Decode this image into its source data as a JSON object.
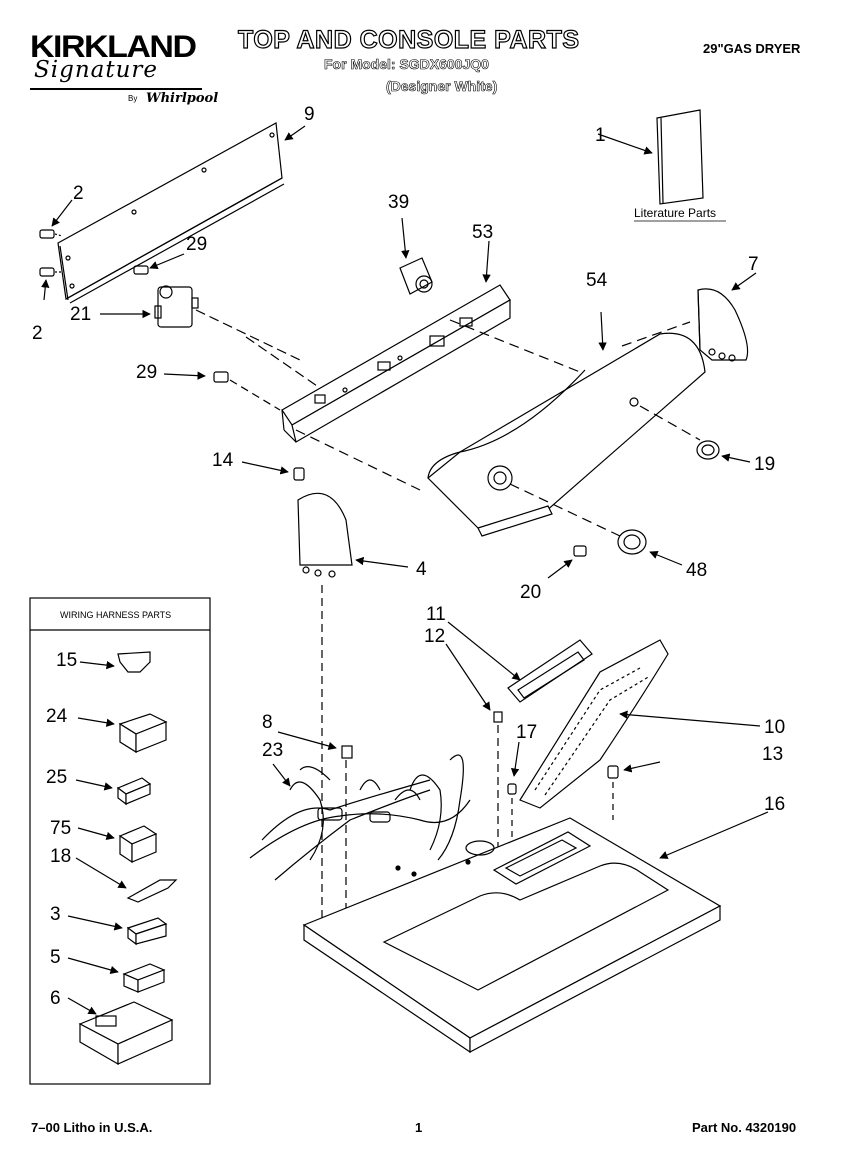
{
  "header": {
    "brand": "KIRKLAND",
    "brand_script": "Signature",
    "brand_by": "By",
    "brand_maker": "Whirlpool",
    "title": "TOP AND CONSOLE PARTS",
    "model_line": "For Model: SGDX600JQ0",
    "color_line": "(Designer White)",
    "product": "29\"GAS DRYER"
  },
  "literature_label": "Literature Parts",
  "wiring_box_title": "WIRING HARNESS PARTS",
  "callouts": {
    "c1": "1",
    "c2a": "2",
    "c2b": "2",
    "c3": "3",
    "c4": "4",
    "c5": "5",
    "c6": "6",
    "c7": "7",
    "c8": "8",
    "c9": "9",
    "c10": "10",
    "c11": "11",
    "c12": "12",
    "c13": "13",
    "c14": "14",
    "c15": "15",
    "c16": "16",
    "c17": "17",
    "c18": "18",
    "c19": "19",
    "c20": "20",
    "c21": "21",
    "c23": "23",
    "c24": "24",
    "c25": "25",
    "c29a": "29",
    "c29b": "29",
    "c39": "39",
    "c48": "48",
    "c53": "53",
    "c54": "54",
    "c75": "75"
  },
  "footer": {
    "litho": "7–00 Litho in U.S.A.",
    "page": "1",
    "part_no": "Part No. 4320190"
  }
}
